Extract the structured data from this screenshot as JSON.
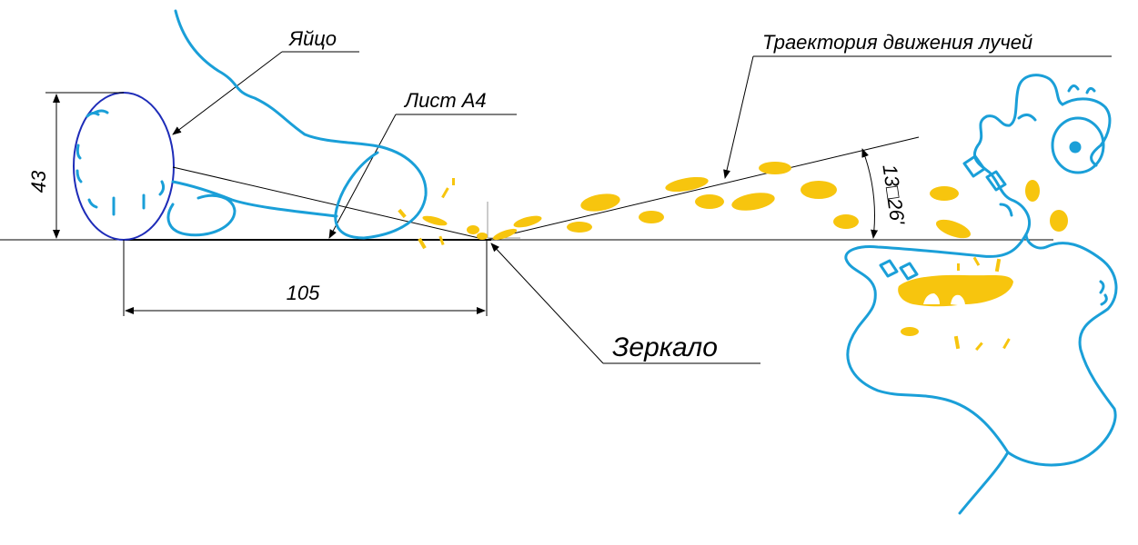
{
  "labels": {
    "egg": "Яйцо",
    "sheet": "Лист А4",
    "mirror": "Зеркало",
    "trajectory": "Траектория движения лучей"
  },
  "dimensions": {
    "height": "43",
    "length": "105",
    "angle": "13□26'"
  },
  "colors": {
    "sketch": "#1a9fd8",
    "rays": "#f7c50e",
    "egg_outline": "#1e2cb8",
    "lines": "#000000"
  }
}
